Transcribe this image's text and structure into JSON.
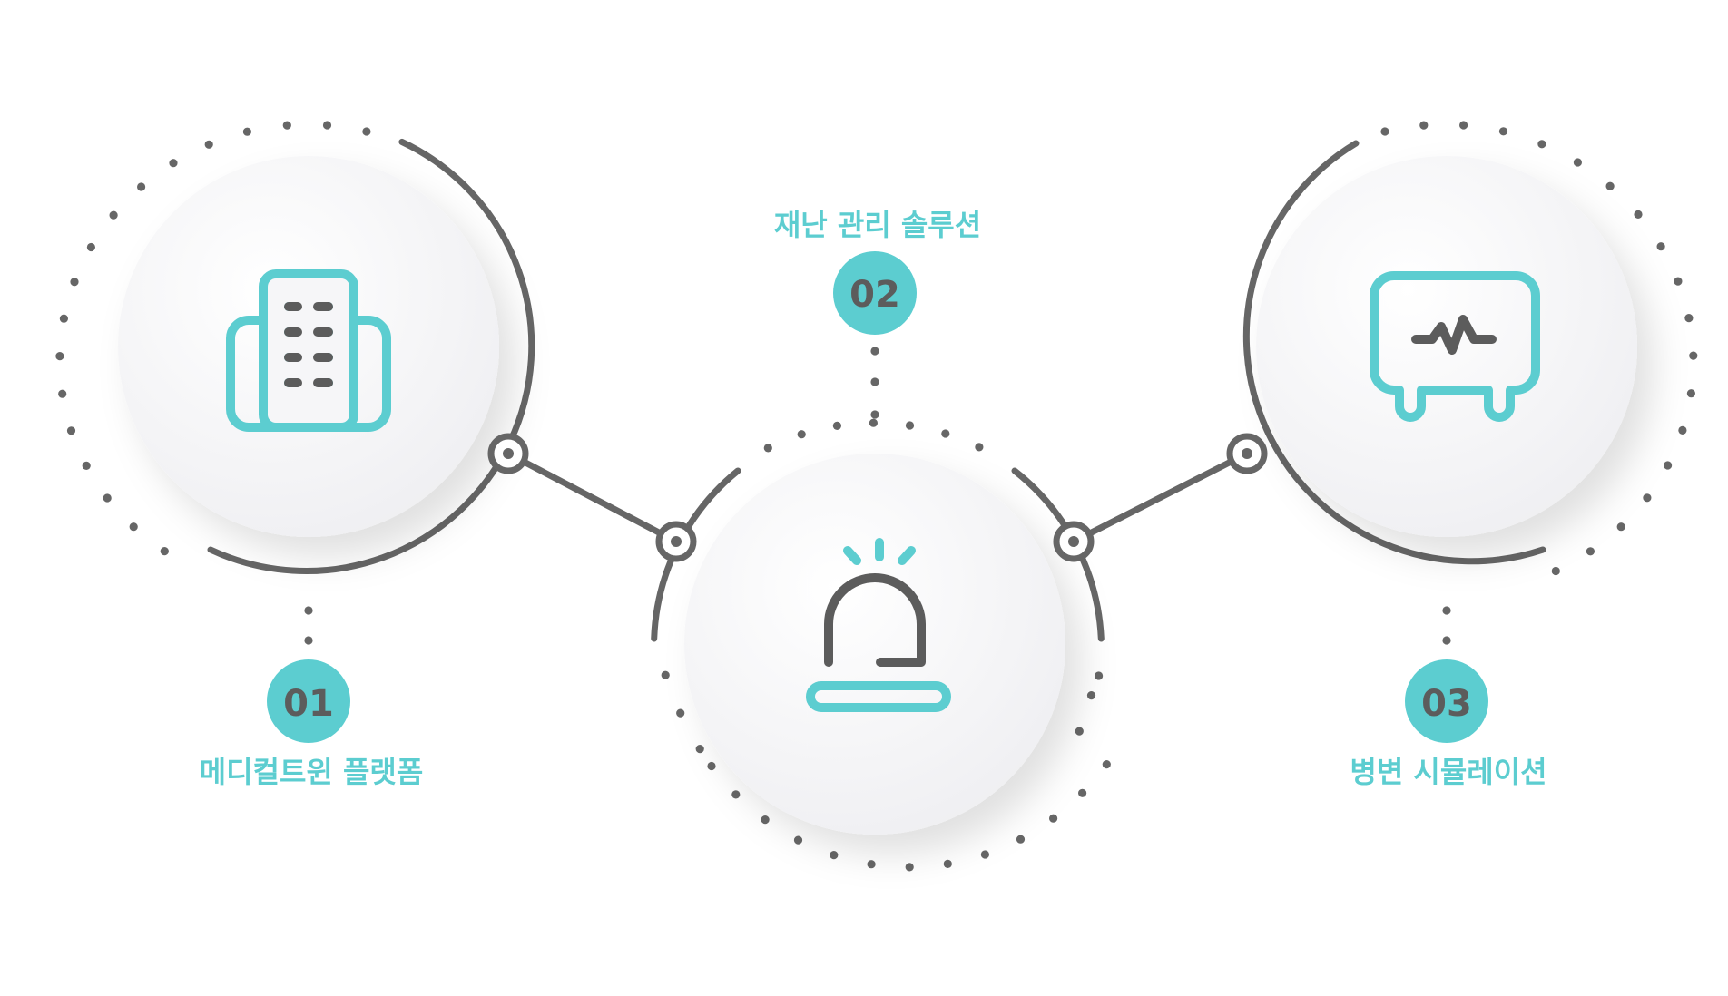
{
  "steps": [
    {
      "number": "01",
      "label": "메디컬트윈 플랫폼",
      "icon": "building-icon"
    },
    {
      "number": "02",
      "label": "재난 관리 솔루션",
      "icon": "siren-icon"
    },
    {
      "number": "03",
      "label": "병변 시뮬레이션",
      "icon": "monitor-pulse-icon"
    }
  ],
  "colors": {
    "accent": "#5ccdd0",
    "line": "#666666",
    "number_text": "#5c5c5c",
    "circle_fill": "#f4f4f6"
  }
}
